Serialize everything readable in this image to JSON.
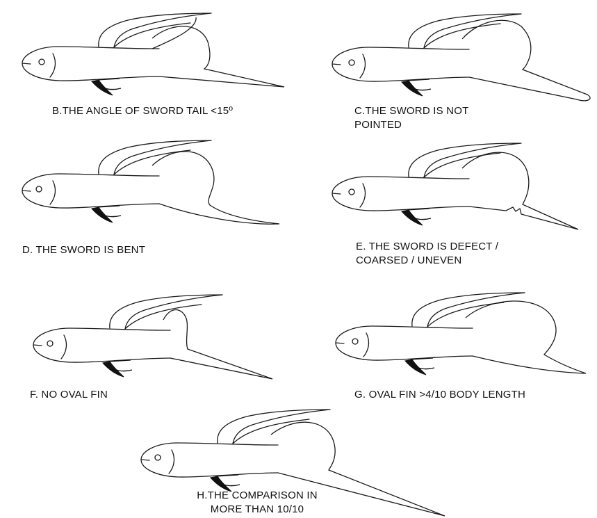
{
  "panels": [
    {
      "id": "B",
      "caption": "B.THE ANGLE OF SWORD TAIL <15º"
    },
    {
      "id": "C",
      "caption": "C.THE SWORD IS NOT\nPOINTED"
    },
    {
      "id": "D",
      "caption": "D. THE SWORD IS BENT"
    },
    {
      "id": "E",
      "caption": "E. THE SWORD IS DEFECT /\nCOARSED / UNEVEN"
    },
    {
      "id": "F",
      "caption": "F. NO OVAL FIN"
    },
    {
      "id": "G",
      "caption": "G. OVAL FIN >4/10 BODY LENGTH"
    },
    {
      "id": "H",
      "caption": "H.THE COMPARISON IN\nMORE THAN 10/10"
    }
  ],
  "colors": {
    "line": "#1a1a1a",
    "fin_fill": "#111111",
    "background": "#ffffff"
  }
}
